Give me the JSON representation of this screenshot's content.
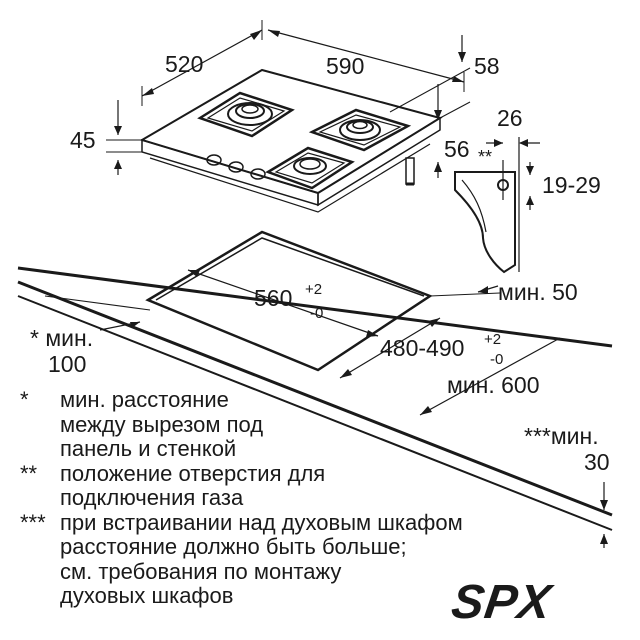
{
  "dimensions": {
    "depth_top": "520",
    "width_top": "590",
    "thickness_side": "58",
    "height": "45",
    "edge_offset": "56",
    "gas_marker": "**",
    "gas_offset": "26",
    "gas_height": "19-29",
    "cutout_width": "560",
    "cutout_width_tol_plus": "+2",
    "cutout_width_tol_minus": "-0",
    "cutout_depth": "480-490",
    "cutout_depth_tol_plus": "+2",
    "cutout_depth_tol_minus": "-0",
    "min_wall_front_line1": "* мин.",
    "min_wall_front_line2": "100",
    "min_back": "мин. 50",
    "min_worktop": "мин. 600",
    "min_thickness_line1": "***мин.",
    "min_thickness_line2": "30"
  },
  "notes": [
    {
      "mark": "*",
      "lines": [
        "мин. расстояние",
        "между вырезом под",
        "панель и стенкой"
      ]
    },
    {
      "mark": "**",
      "lines": [
        "положение отверстия для",
        "подключения газа"
      ]
    },
    {
      "mark": "***",
      "lines": [
        "при встраивании над духовым шкафом",
        "расстояние должно быть больше;",
        "см. требования по монтажу",
        "духовых шкафов"
      ]
    }
  ],
  "logo": "SPX",
  "colors": {
    "ink": "#1a1a1a",
    "background": "#ffffff"
  }
}
